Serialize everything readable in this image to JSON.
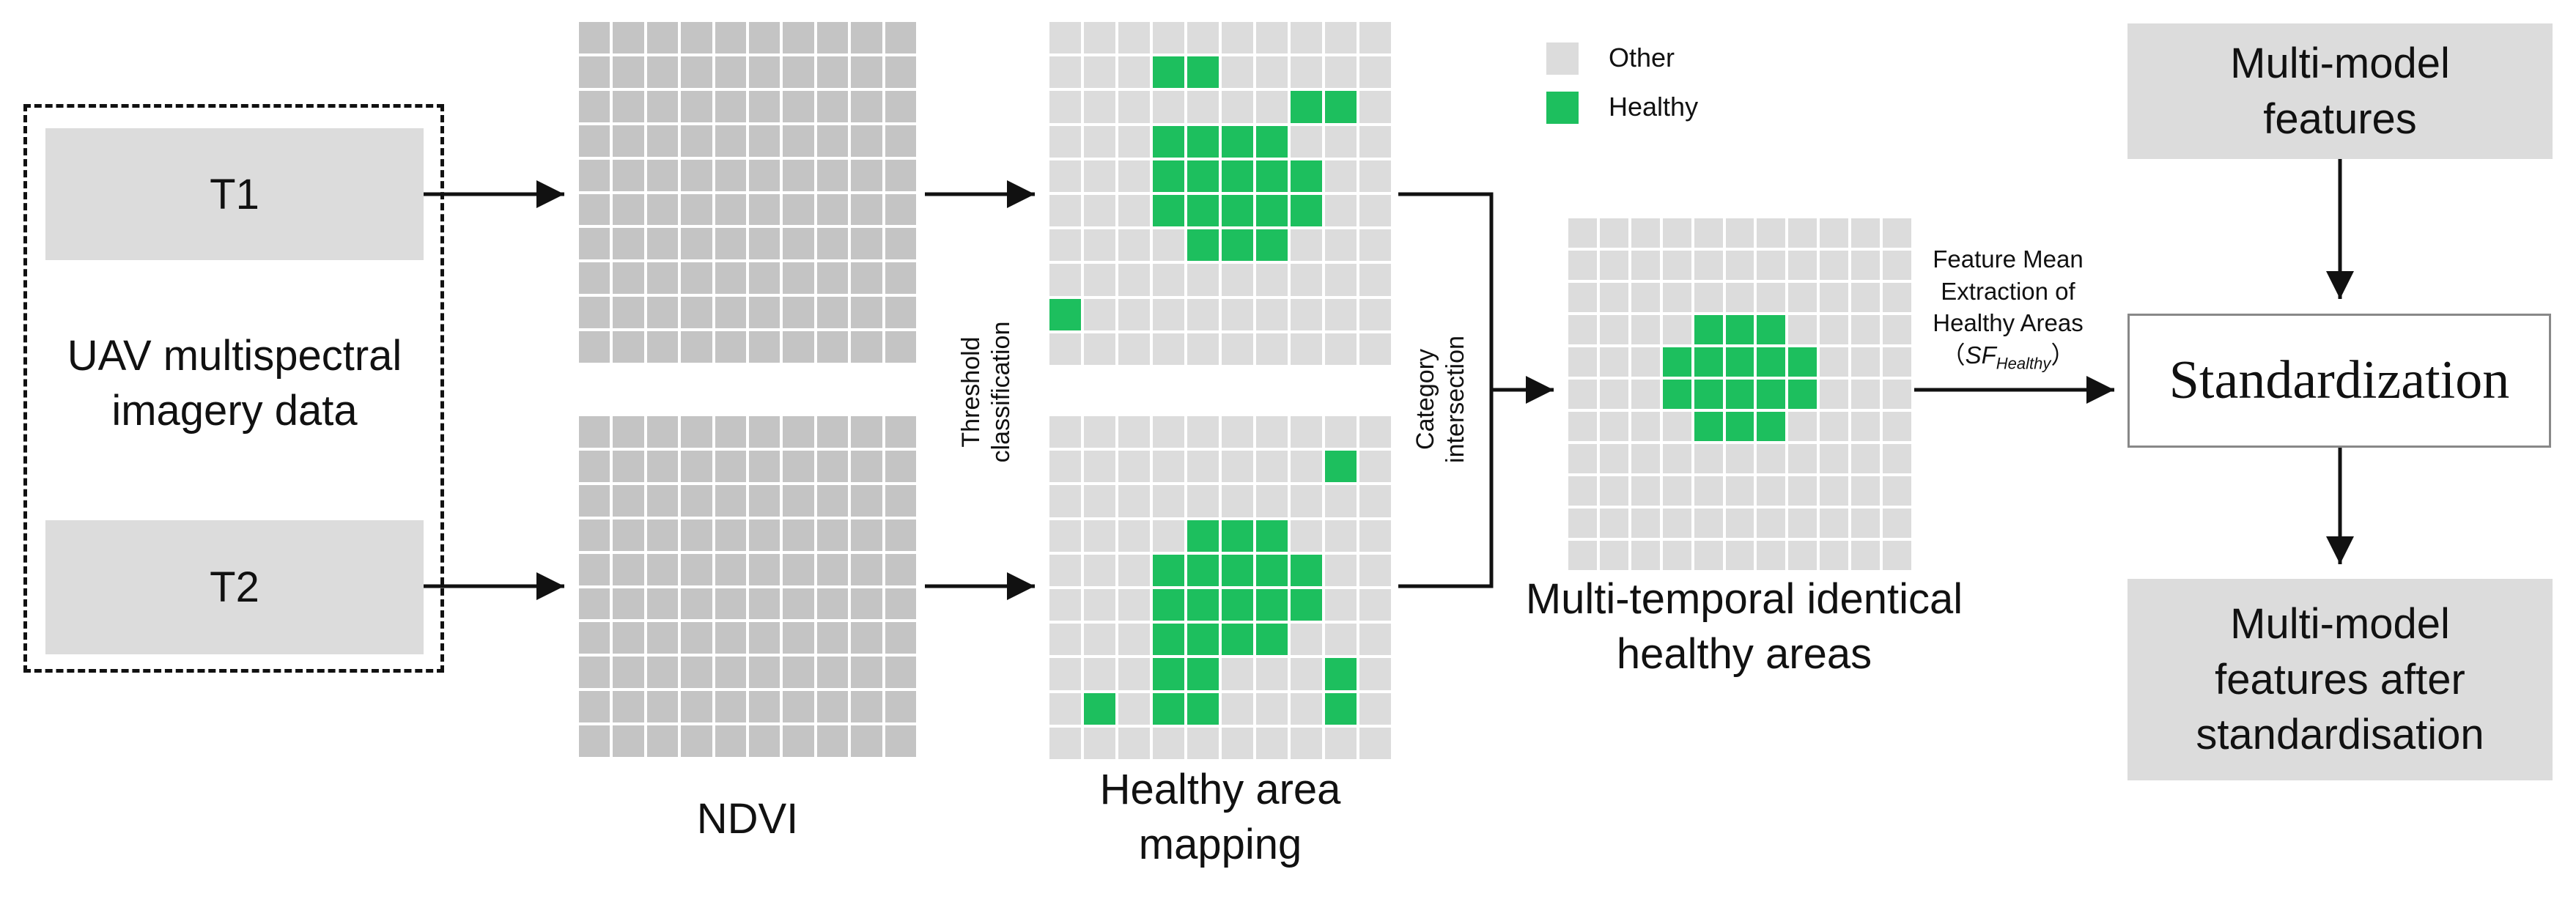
{
  "input": {
    "t1_label": "T1",
    "t2_label": "T2",
    "title_line1": "UAV multispectral",
    "title_line2": "imagery data"
  },
  "ndvi": {
    "label": "NDVI"
  },
  "threshold": {
    "line1": "Threshold",
    "line2": "classification"
  },
  "healthy_mapping": {
    "line1": "Healthy area",
    "line2": "mapping"
  },
  "legend": {
    "other": {
      "label": "Other",
      "color": "#dcdcdc"
    },
    "healthy": {
      "label": "Healthy",
      "color": "#1dbf5e"
    }
  },
  "intersection": {
    "line1": "Category",
    "line2": "intersection"
  },
  "identical": {
    "line1": "Multi-temporal identical",
    "line2": "healthy areas"
  },
  "feature_mean": {
    "line1": "Feature Mean",
    "line2": "Extraction of",
    "line3": "Healthy Areas",
    "formula_open": "（",
    "formula_main": "SF",
    "formula_sub": "Healthy",
    "formula_close": "）"
  },
  "standardization": {
    "label": "Standardization"
  },
  "mm_features": {
    "line1": "Multi-model",
    "line2": "features"
  },
  "mm_after": {
    "line1": "Multi-model",
    "line2": "features after",
    "line3": "standardisation"
  },
  "grids": {
    "healthy_t1": [
      [
        1,
        3
      ],
      [
        1,
        4
      ],
      [
        2,
        7
      ],
      [
        2,
        8
      ],
      [
        3,
        3
      ],
      [
        3,
        4
      ],
      [
        3,
        5
      ],
      [
        3,
        6
      ],
      [
        4,
        3
      ],
      [
        4,
        4
      ],
      [
        4,
        5
      ],
      [
        4,
        6
      ],
      [
        4,
        7
      ],
      [
        5,
        3
      ],
      [
        5,
        4
      ],
      [
        5,
        5
      ],
      [
        5,
        6
      ],
      [
        5,
        7
      ],
      [
        6,
        4
      ],
      [
        6,
        5
      ],
      [
        6,
        6
      ],
      [
        8,
        0
      ]
    ],
    "healthy_t2": [
      [
        1,
        8
      ],
      [
        3,
        4
      ],
      [
        3,
        5
      ],
      [
        3,
        6
      ],
      [
        4,
        3
      ],
      [
        4,
        4
      ],
      [
        4,
        5
      ],
      [
        4,
        6
      ],
      [
        4,
        7
      ],
      [
        5,
        3
      ],
      [
        5,
        4
      ],
      [
        5,
        5
      ],
      [
        5,
        6
      ],
      [
        5,
        7
      ],
      [
        6,
        3
      ],
      [
        6,
        4
      ],
      [
        6,
        5
      ],
      [
        6,
        6
      ],
      [
        7,
        3
      ],
      [
        7,
        4
      ],
      [
        7,
        8
      ],
      [
        8,
        1
      ],
      [
        8,
        3
      ],
      [
        8,
        4
      ],
      [
        8,
        8
      ]
    ],
    "identical": [
      [
        3,
        4
      ],
      [
        3,
        5
      ],
      [
        3,
        6
      ],
      [
        4,
        3
      ],
      [
        4,
        4
      ],
      [
        4,
        5
      ],
      [
        4,
        6
      ],
      [
        4,
        7
      ],
      [
        5,
        3
      ],
      [
        5,
        4
      ],
      [
        5,
        5
      ],
      [
        5,
        6
      ],
      [
        5,
        7
      ],
      [
        6,
        4
      ],
      [
        6,
        5
      ],
      [
        6,
        6
      ]
    ]
  }
}
